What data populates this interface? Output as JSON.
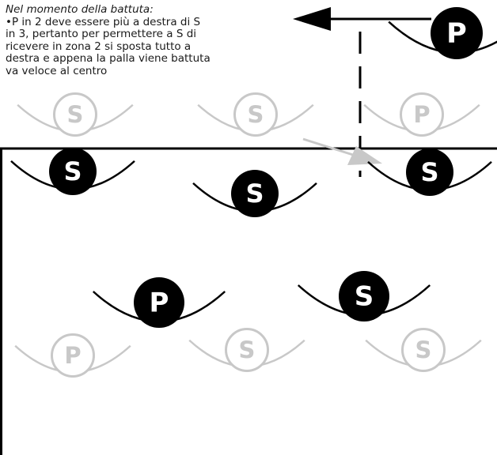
{
  "caption": {
    "title": "Nel momento della battuta:",
    "body": "•P in 2 deve essere più a destra di S in 3, pertanto per permettere a S di ricevere in zona 2 si sposta tutto a destra e appena la palla viene battuta va veloce al centro"
  },
  "colors": {
    "active": "#000000",
    "ghost": "#c8c8c8",
    "movement_arrow": "#c8c8c8",
    "label_active": "#ffffff"
  },
  "players": [
    {
      "id": "setter-top-right",
      "label": "P",
      "state": "active"
    },
    {
      "id": "ghost-top-left",
      "label": "S",
      "state": "ghost"
    },
    {
      "id": "ghost-top-mid",
      "label": "S",
      "state": "ghost"
    },
    {
      "id": "ghost-top-right",
      "label": "P",
      "state": "ghost"
    },
    {
      "id": "receiver-left",
      "label": "S",
      "state": "active"
    },
    {
      "id": "receiver-center",
      "label": "S",
      "state": "active"
    },
    {
      "id": "receiver-right",
      "label": "S",
      "state": "active"
    },
    {
      "id": "player-p-mid",
      "label": "P",
      "state": "active"
    },
    {
      "id": "player-s-mid",
      "label": "S",
      "state": "active"
    },
    {
      "id": "ghost-bottom-left",
      "label": "P",
      "state": "ghost"
    },
    {
      "id": "ghost-bottom-mid",
      "label": "S",
      "state": "ghost"
    },
    {
      "id": "ghost-bottom-right",
      "label": "S",
      "state": "ghost"
    }
  ]
}
